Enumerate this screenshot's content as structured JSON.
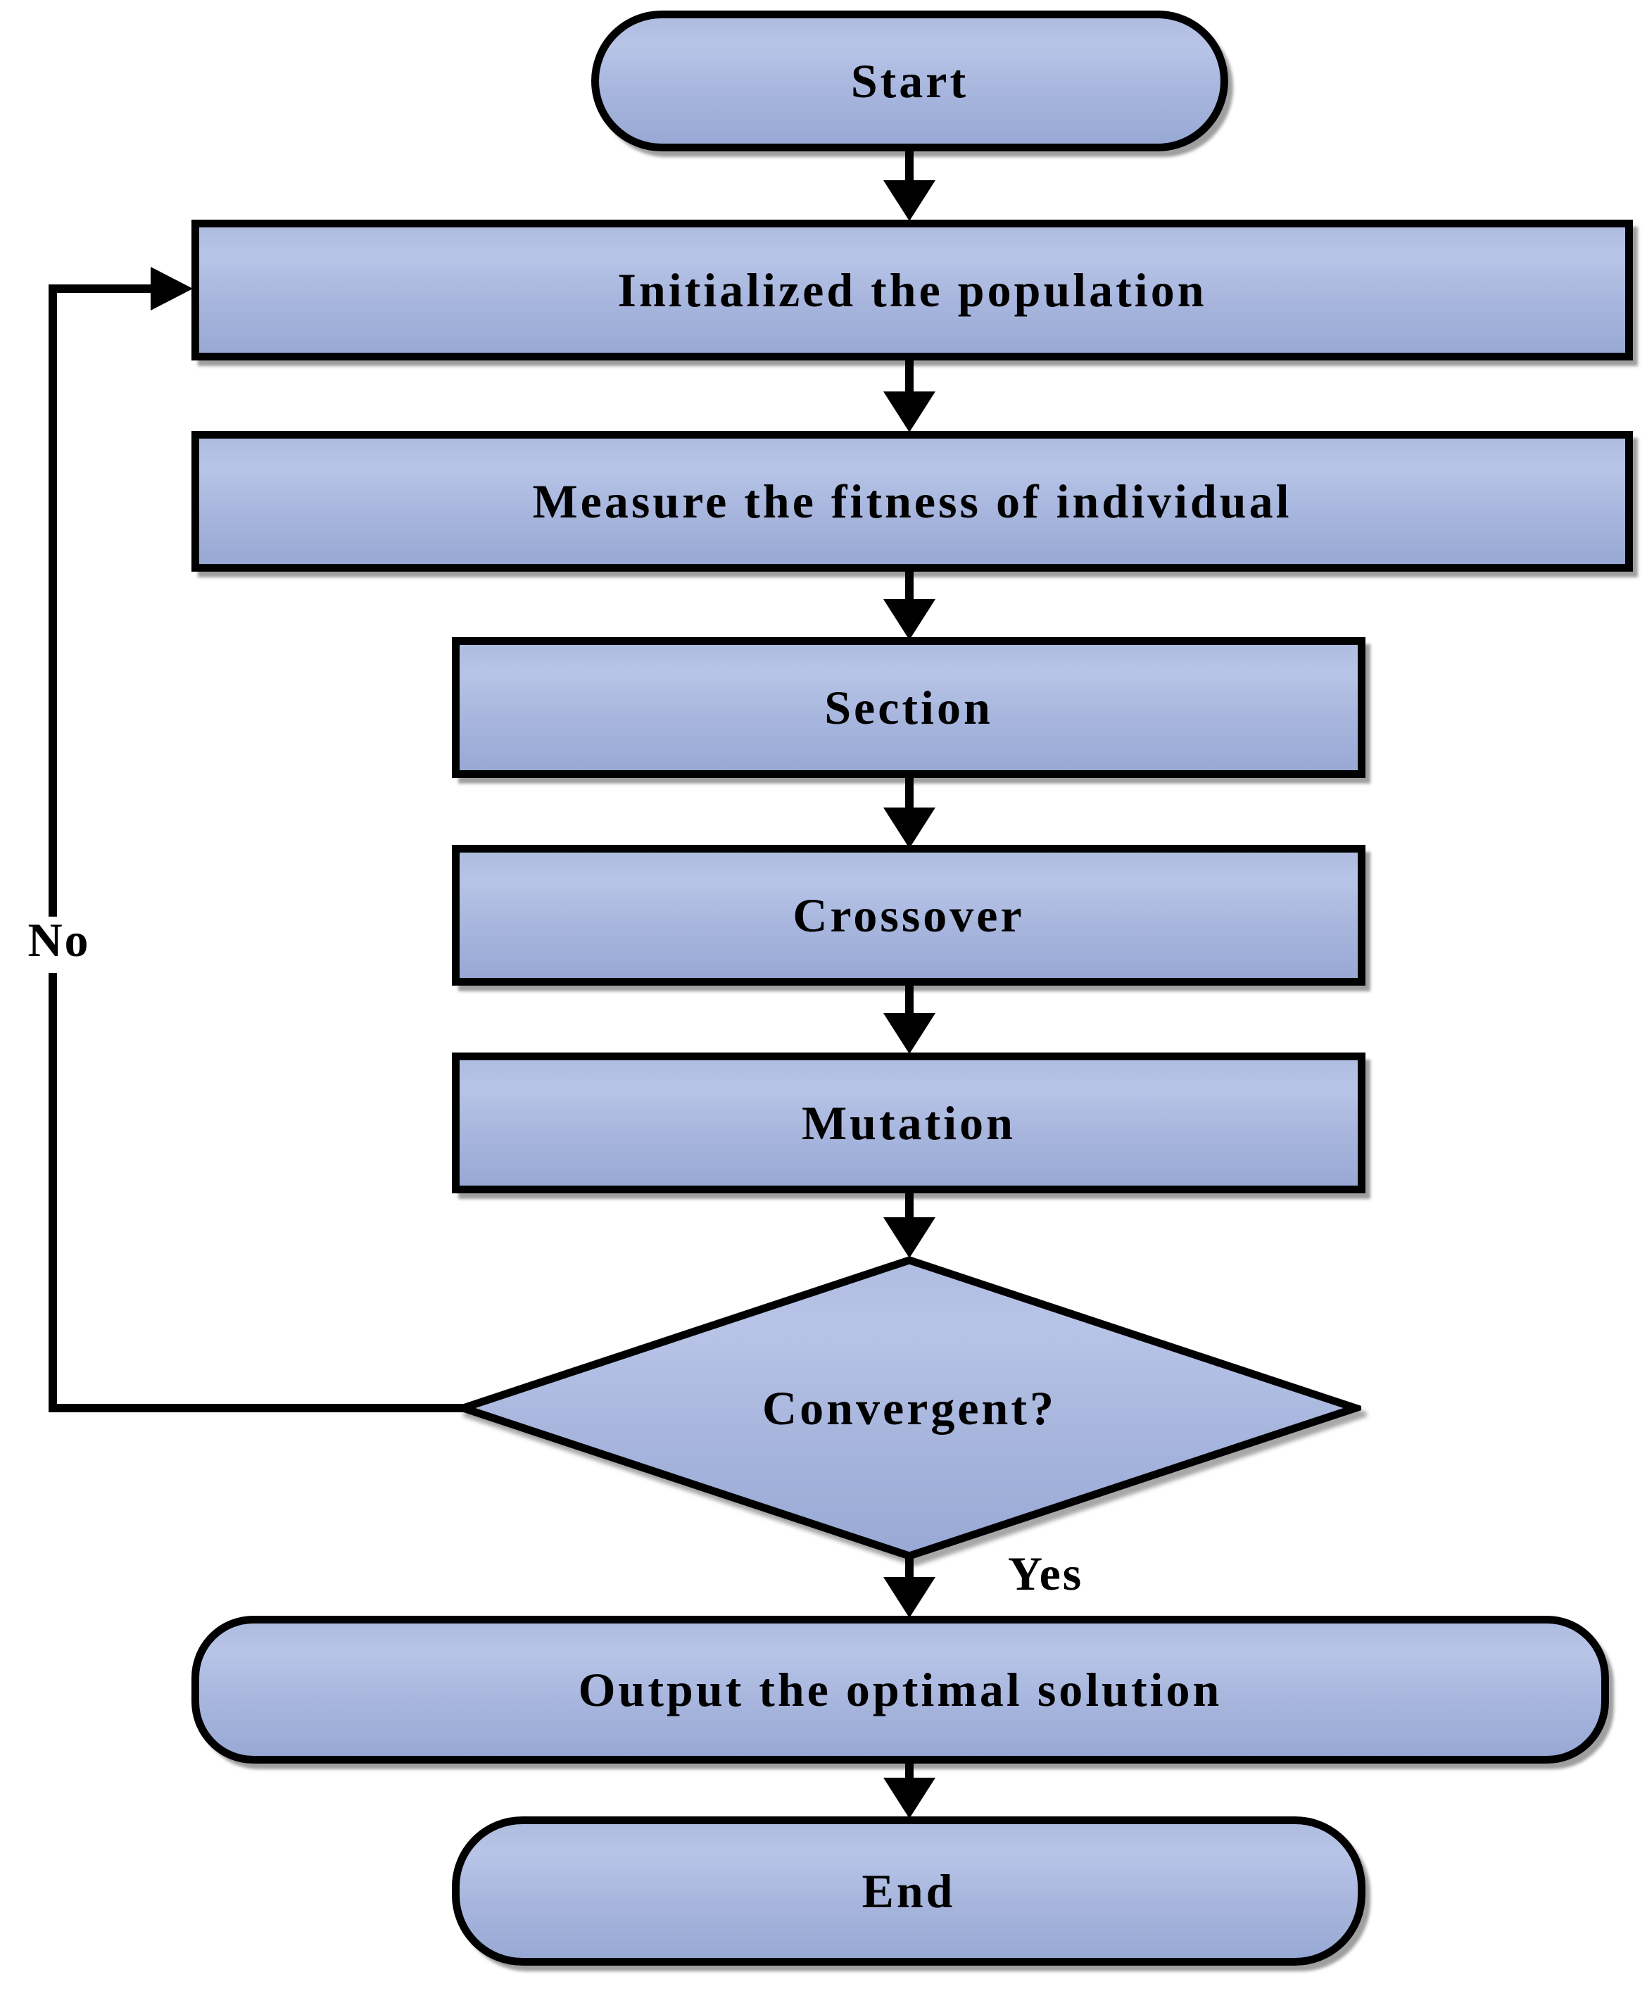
{
  "flowchart": {
    "background_color": "#ffffff",
    "stroke_color": "#000000",
    "node_fill_top": "#b8c4e7",
    "node_fill_bottom": "#97a9d4",
    "nodes": {
      "start": {
        "shape": "terminator",
        "label": "Start"
      },
      "initialize": {
        "shape": "process",
        "label": "Initialized the population"
      },
      "measure": {
        "shape": "process",
        "label": "Measure the fitness of individual"
      },
      "section": {
        "shape": "process",
        "label": "Section"
      },
      "crossover": {
        "shape": "process",
        "label": "Crossover"
      },
      "mutation": {
        "shape": "process",
        "label": "Mutation"
      },
      "convergent": {
        "shape": "decision",
        "label": "Convergent?"
      },
      "output": {
        "shape": "terminator",
        "label": "Output the optimal solution"
      },
      "end": {
        "shape": "terminator",
        "label": "End"
      }
    },
    "branch_labels": {
      "yes": "Yes",
      "no": "No"
    },
    "edges": [
      {
        "from": "start",
        "to": "initialize",
        "label": ""
      },
      {
        "from": "initialize",
        "to": "measure",
        "label": ""
      },
      {
        "from": "measure",
        "to": "section",
        "label": ""
      },
      {
        "from": "section",
        "to": "crossover",
        "label": ""
      },
      {
        "from": "crossover",
        "to": "mutation",
        "label": ""
      },
      {
        "from": "mutation",
        "to": "convergent",
        "label": ""
      },
      {
        "from": "convergent",
        "to": "output",
        "label": "Yes"
      },
      {
        "from": "convergent",
        "to": "initialize",
        "label": "No"
      },
      {
        "from": "output",
        "to": "end",
        "label": ""
      }
    ]
  }
}
